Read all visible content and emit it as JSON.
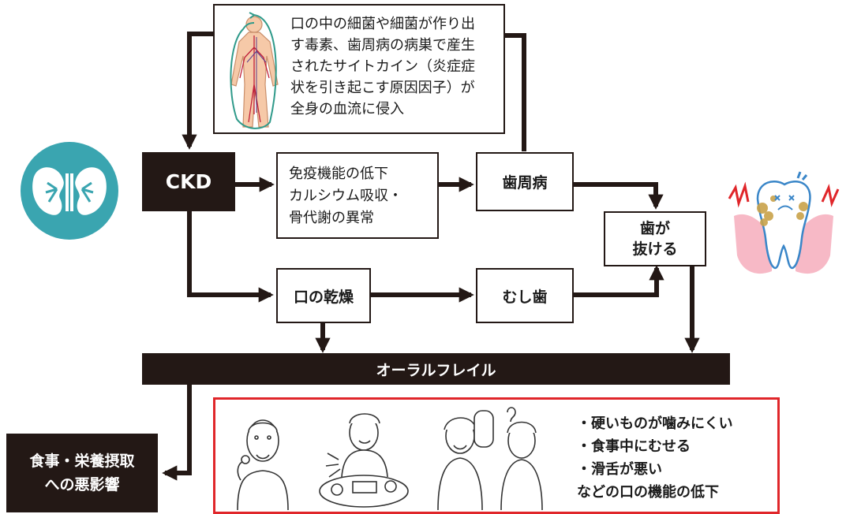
{
  "nodes": {
    "infection_text": "口の中の細菌や細菌が作り出\nす毒素、歯周病の病巣で産生\nされたサイトカイン（炎症症\n状を引き起こす原因因子）が\n全身の血流に侵入",
    "ckd": "CKD",
    "immune": "免疫機能の低下\nカルシウム吸収・\n骨代謝の異常",
    "periodontal": "歯周病",
    "tooth_loss": "歯が\n抜ける",
    "dry_mouth": "口の乾燥",
    "cavity": "むし歯",
    "oral_frailty": "オーラルフレイル",
    "nutrition": "食事・栄養摂取\nへの悪影響"
  },
  "symptoms": {
    "items": [
      "・硬いものが噛みにくい",
      "・食事中にむせる",
      "・滑舌が悪い"
    ],
    "conclusion": "などの口の機能の低下"
  },
  "colors": {
    "dark": "#231815",
    "kidney_teal": "#3aa5b0",
    "symptom_border": "#e0262a",
    "gum_pink": "#f7b9c6",
    "plaque": "#c9a24a"
  }
}
